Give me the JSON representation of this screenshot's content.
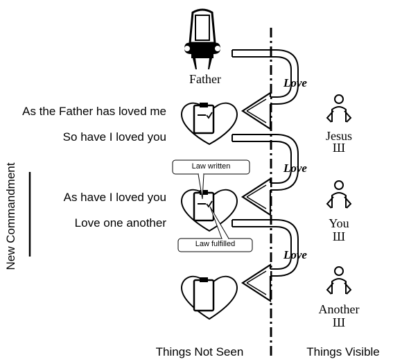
{
  "labels": {
    "father": "Father",
    "jesus": "Jesus",
    "you": "You",
    "another": "Another",
    "love_1": "Love",
    "love_2": "Love",
    "love_3": "Love",
    "line_1": "As the Father has loved me",
    "line_2": "So have I loved you",
    "line_3": "As have I loved you",
    "line_4": "Love one another",
    "new_commandment": "New Commandment",
    "law_written": "Law written",
    "law_fulfilled": "Law fulfilled",
    "things_not_seen": "Things Not Seen",
    "things_visible": "Things Visible",
    "ground_symbol": "Ш"
  },
  "icons": [
    "throne-icon",
    "heart-clipboard-icon",
    "person-icon",
    "curved-arrow-icon"
  ]
}
